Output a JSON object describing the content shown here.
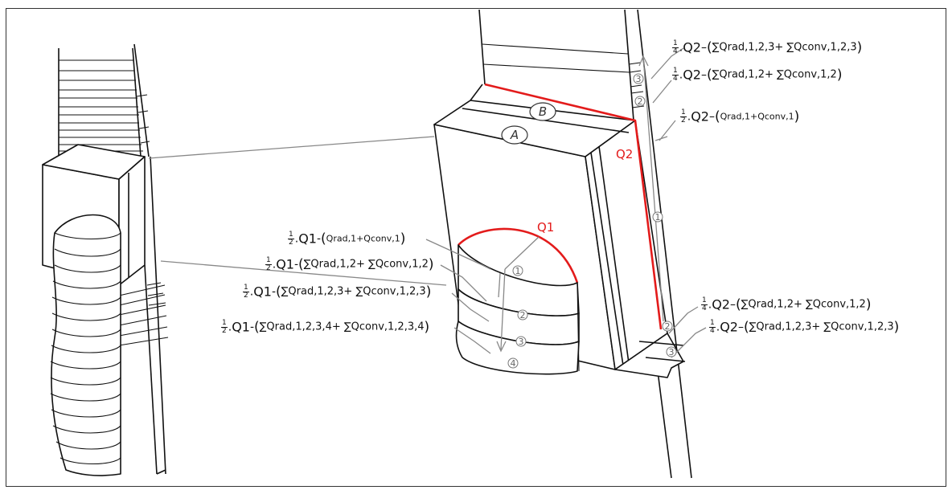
{
  "labels": {
    "zone_a": "A",
    "zone_b": "B",
    "q1": "Q1",
    "q2": "Q2",
    "n1": "1",
    "n2": "2",
    "n3": "3",
    "n4": "4"
  },
  "equations_right": [
    {
      "num": "1",
      "den": "4",
      "symbol": "Q2",
      "dash": "–",
      "body": "∑Qrad,1,2,3+ ∑Qconv,1,2,3"
    },
    {
      "num": "1",
      "den": "4",
      "symbol": "Q2",
      "dash": "–",
      "body": "∑Qrad,1,2+ ∑Qconv,1,2"
    },
    {
      "num": "1",
      "den": "2",
      "symbol": "Q2",
      "dash": "–",
      "body": "Qrad,1+Qconv,1"
    },
    {
      "num": "1",
      "den": "4",
      "symbol": "Q2",
      "dash": "–",
      "body": "∑Qrad,1,2+ ∑Qconv,1,2"
    },
    {
      "num": "1",
      "den": "4",
      "symbol": "Q2",
      "dash": "–",
      "body": "∑Qrad,1,2,3+ ∑Qconv,1,2,3"
    }
  ],
  "equations_left": [
    {
      "num": "1",
      "den": "2",
      "symbol": "Q1",
      "dash": "-",
      "body": "Qrad,1+Qconv,1"
    },
    {
      "num": "1",
      "den": "2",
      "symbol": "Q1",
      "dash": "-",
      "body": "∑Qrad,1,2+ ∑Qconv,1,2"
    },
    {
      "num": "1",
      "den": "2",
      "symbol": "Q1",
      "dash": "-",
      "body": "∑Qrad,1,2,3+ ∑Qconv,1,2,3"
    },
    {
      "num": "1",
      "den": "2",
      "symbol": "Q1",
      "dash": "-",
      "body": "∑Qrad,1,2,3,4+ ∑Qconv,1,2,3,4"
    }
  ],
  "colors": {
    "heated_edge": "#e31b1b",
    "line": "#111111",
    "annotation": "#888888"
  }
}
